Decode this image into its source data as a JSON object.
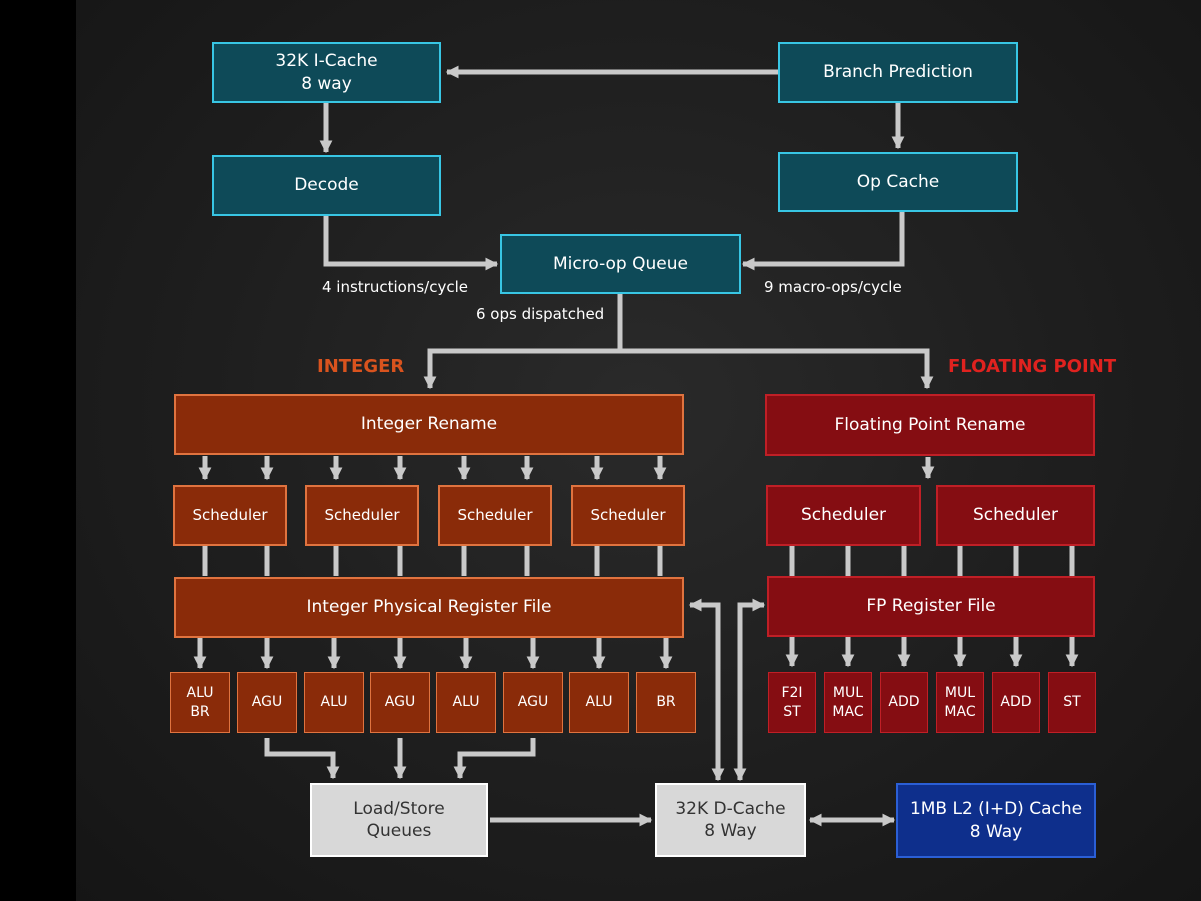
{
  "colors": {
    "frontend_fill": "#0e4a58",
    "frontend_border": "#38c6e4",
    "integer_fill": "#8a2b09",
    "integer_border": "#e0733f",
    "integer_header": "#d9531e",
    "fp_fill": "#850d12",
    "fp_border": "#c01f26",
    "fp_header": "#e0221f",
    "memory_fill": "#d8d8d8",
    "l2_fill": "#0e2f8c",
    "arrow": "#c9c9c9",
    "background": "#1e1e1e"
  },
  "frontend": {
    "icache": "32K I-Cache\n8 way",
    "branch_prediction": "Branch Prediction",
    "decode": "Decode",
    "op_cache": "Op Cache",
    "micro_op_queue": "Micro-op Queue",
    "label_decode_rate": "4 instructions/cycle",
    "label_opcache_rate": "9 macro-ops/cycle",
    "label_dispatch": "6 ops dispatched"
  },
  "integer": {
    "header": "INTEGER",
    "rename": "Integer Rename",
    "schedulers": [
      "Scheduler",
      "Scheduler",
      "Scheduler",
      "Scheduler"
    ],
    "register_file": "Integer Physical Register File",
    "units": [
      "ALU\nBR",
      "AGU",
      "ALU",
      "AGU",
      "ALU",
      "AGU",
      "ALU",
      "BR"
    ]
  },
  "floating_point": {
    "header": "FLOATING POINT",
    "rename": "Floating Point Rename",
    "schedulers": [
      "Scheduler",
      "Scheduler"
    ],
    "register_file": "FP Register File",
    "units": [
      "F2I\nST",
      "MUL\nMAC",
      "ADD",
      "MUL\nMAC",
      "ADD",
      "ST"
    ]
  },
  "memory": {
    "load_store": "Load/Store\nQueues",
    "dcache": "32K D-Cache\n8 Way",
    "l2": "1MB L2 (I+D) Cache\n8 Way"
  }
}
